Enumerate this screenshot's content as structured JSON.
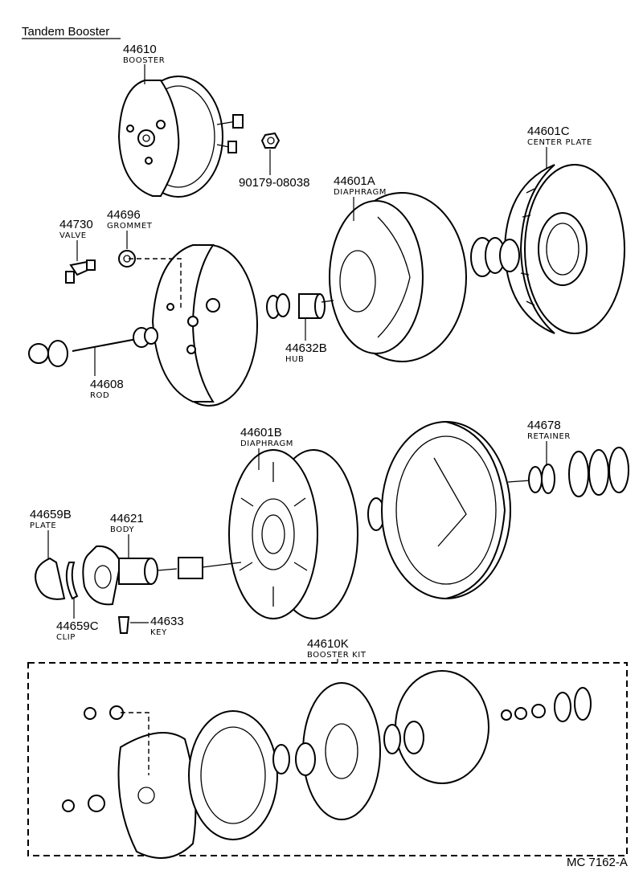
{
  "title": "Tandem Booster",
  "parts": {
    "booster": {
      "number": "44610",
      "name": "BOOSTER"
    },
    "nut": {
      "number": "90179-08038"
    },
    "center_plate": {
      "number": "44601C",
      "name": "CENTER PLATE"
    },
    "diaphragm_a": {
      "number": "44601A",
      "name": "DIAPHRAGM"
    },
    "grommet": {
      "number": "44696",
      "name": "GROMMET"
    },
    "valve": {
      "number": "44730",
      "name": "VALVE"
    },
    "hub": {
      "number": "44632B",
      "name": "HUB"
    },
    "rod": {
      "number": "44608",
      "name": "ROD"
    },
    "diaphragm_b": {
      "number": "44601B",
      "name": "DIAPHRAGM"
    },
    "retainer": {
      "number": "44678",
      "name": "RETAINER"
    },
    "plate": {
      "number": "44659B",
      "name": "PLATE"
    },
    "body": {
      "number": "44621",
      "name": "BODY"
    },
    "clip": {
      "number": "44659C",
      "name": "CLIP"
    },
    "key": {
      "number": "44633",
      "name": "KEY"
    },
    "booster_kit": {
      "number": "44610K",
      "name": "BOOSTER KIT"
    }
  },
  "figure_code": "MC 7162-A"
}
